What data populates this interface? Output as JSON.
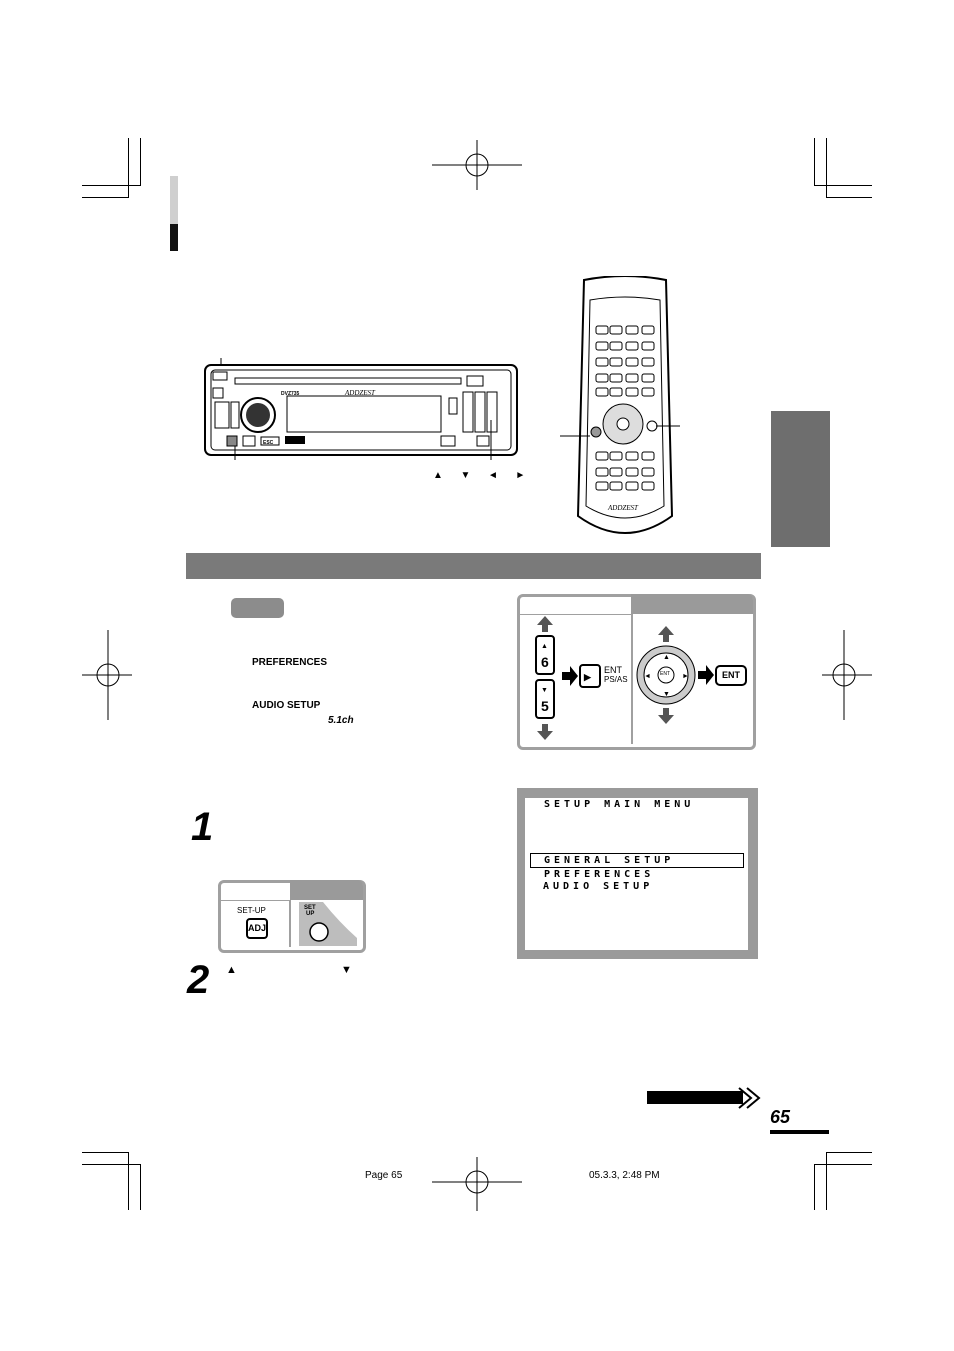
{
  "page": {
    "number": "65",
    "footer_page": "Page 65",
    "footer_timestamp": "05.3.3, 2:48 PM"
  },
  "note": {
    "badge_label": "",
    "preferences_label": "PREFERENCES",
    "audio_setup_label": "AUDIO SETUP",
    "surround_label": "5.1ch"
  },
  "menu": {
    "title": "SETUP MAIN MENU",
    "items": [
      "GENERAL SETUP",
      "PREFERENCES",
      "AUDIO SETUP"
    ],
    "selected_index": 0
  },
  "operation_panel": {
    "key_6": "6",
    "key_5": "5",
    "ent_label": "ENT",
    "ps_as_label": "PS/AS",
    "ent_button": "ENT",
    "pad_center": "ENT"
  },
  "step1": {
    "number": "1",
    "set_up_label": "SET-UP",
    "adj_label": "ADJ",
    "remote_set_label": "SET",
    "remote_up_label": "UP"
  },
  "step2": {
    "number": "2",
    "up_arrow": "▲",
    "down_arrow": "▼"
  },
  "arrow_keys": [
    "▲",
    "▼",
    "◄",
    "►"
  ],
  "head_unit": {
    "brand": "ADDZEST",
    "model": "DVZ735",
    "esc_label": "ESC"
  },
  "remote": {
    "brand": "ADDZEST"
  },
  "colors": {
    "band": "#7a7a7a",
    "tab": "#6e6e6e",
    "panel_border": "#a0a0a0"
  }
}
